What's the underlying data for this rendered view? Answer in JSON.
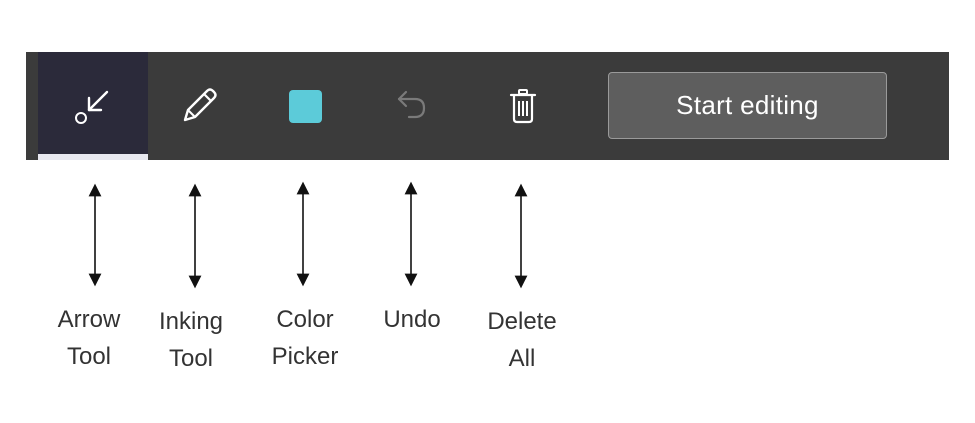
{
  "toolbar": {
    "tools": [
      {
        "icon": "arrow-tool-icon",
        "active": true
      },
      {
        "icon": "pencil-icon",
        "active": false
      },
      {
        "icon": "color-swatch-icon",
        "color": "#5ccbd9",
        "active": false
      },
      {
        "icon": "undo-icon",
        "active": false,
        "disabled": true
      },
      {
        "icon": "trash-icon",
        "active": false
      }
    ],
    "start_button_label": "Start editing",
    "background_color": "#3b3b3b"
  },
  "annotations": {
    "arrow_tool": {
      "line1": "Arrow",
      "line2": "Tool"
    },
    "inking_tool": {
      "line1": "Inking",
      "line2": "Tool"
    },
    "color_picker": {
      "line1": "Color",
      "line2": "Picker"
    },
    "undo": {
      "line1": "Undo"
    },
    "delete_all": {
      "line1": "Delete",
      "line2": "All"
    }
  }
}
